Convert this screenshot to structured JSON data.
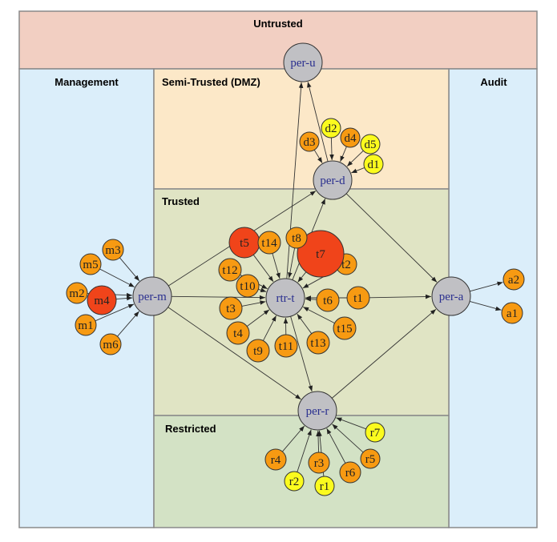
{
  "zones": [
    {
      "id": "untrusted",
      "label": "Untrusted",
      "fill": "#f2cfc2"
    },
    {
      "id": "management",
      "label": "Management",
      "fill": "#dbeefa"
    },
    {
      "id": "audit",
      "label": "Audit",
      "fill": "#dbeefa"
    },
    {
      "id": "dmz",
      "label": "Semi-Trusted (DMZ)",
      "fill": "#fce8c8"
    },
    {
      "id": "trusted",
      "label": "Trusted",
      "fill": "#e0e4c4"
    },
    {
      "id": "restricted",
      "label": "Restricted",
      "fill": "#d3e2c5"
    }
  ],
  "colors": {
    "hub": "#c0c0c4",
    "orange": "#f79a12",
    "yellow": "#fbfb1e",
    "red": "#f0441a",
    "hub_text": "#2a2f8f",
    "leaf_text": "#222222",
    "border": "#8a8a8a"
  },
  "nodes": [
    {
      "id": "per-u",
      "label": "per-u",
      "kind": "hub"
    },
    {
      "id": "per-d",
      "label": "per-d",
      "kind": "hub"
    },
    {
      "id": "per-m",
      "label": "per-m",
      "kind": "hub"
    },
    {
      "id": "rtr-t",
      "label": "rtr-t",
      "kind": "hub"
    },
    {
      "id": "per-a",
      "label": "per-a",
      "kind": "hub"
    },
    {
      "id": "per-r",
      "label": "per-r",
      "kind": "hub"
    },
    {
      "id": "d1",
      "label": "d1",
      "kind": "yellow"
    },
    {
      "id": "d2",
      "label": "d2",
      "kind": "yellow"
    },
    {
      "id": "d3",
      "label": "d3",
      "kind": "orange"
    },
    {
      "id": "d4",
      "label": "d4",
      "kind": "orange"
    },
    {
      "id": "d5",
      "label": "d5",
      "kind": "yellow"
    },
    {
      "id": "m1",
      "label": "m1",
      "kind": "orange"
    },
    {
      "id": "m2",
      "label": "m2",
      "kind": "orange"
    },
    {
      "id": "m3",
      "label": "m3",
      "kind": "orange"
    },
    {
      "id": "m4",
      "label": "m4",
      "kind": "red"
    },
    {
      "id": "m5",
      "label": "m5",
      "kind": "orange"
    },
    {
      "id": "m6",
      "label": "m6",
      "kind": "orange"
    },
    {
      "id": "t1",
      "label": "t1",
      "kind": "orange"
    },
    {
      "id": "t2",
      "label": "t2",
      "kind": "orange"
    },
    {
      "id": "t3",
      "label": "t3",
      "kind": "orange"
    },
    {
      "id": "t4",
      "label": "t4",
      "kind": "orange"
    },
    {
      "id": "t5",
      "label": "t5",
      "kind": "red"
    },
    {
      "id": "t6",
      "label": "t6",
      "kind": "orange"
    },
    {
      "id": "t7",
      "label": "t7",
      "kind": "red"
    },
    {
      "id": "t8",
      "label": "t8",
      "kind": "orange"
    },
    {
      "id": "t9",
      "label": "t9",
      "kind": "orange"
    },
    {
      "id": "t10",
      "label": "t10",
      "kind": "orange"
    },
    {
      "id": "t11",
      "label": "t11",
      "kind": "orange"
    },
    {
      "id": "t12",
      "label": "t12",
      "kind": "orange"
    },
    {
      "id": "t13",
      "label": "t13",
      "kind": "orange"
    },
    {
      "id": "t14",
      "label": "t14",
      "kind": "orange"
    },
    {
      "id": "t15",
      "label": "t15",
      "kind": "orange"
    },
    {
      "id": "a1",
      "label": "a1",
      "kind": "orange"
    },
    {
      "id": "a2",
      "label": "a2",
      "kind": "orange"
    },
    {
      "id": "r1",
      "label": "r1",
      "kind": "yellow"
    },
    {
      "id": "r2",
      "label": "r2",
      "kind": "yellow"
    },
    {
      "id": "r3",
      "label": "r3",
      "kind": "orange"
    },
    {
      "id": "r4",
      "label": "r4",
      "kind": "orange"
    },
    {
      "id": "r5",
      "label": "r5",
      "kind": "orange"
    },
    {
      "id": "r6",
      "label": "r6",
      "kind": "orange"
    },
    {
      "id": "r7",
      "label": "r7",
      "kind": "yellow"
    }
  ],
  "edges": [
    [
      "d1",
      "per-d"
    ],
    [
      "d2",
      "per-d"
    ],
    [
      "d3",
      "per-d"
    ],
    [
      "d4",
      "per-d"
    ],
    [
      "d5",
      "per-d"
    ],
    [
      "per-d",
      "per-u"
    ],
    [
      "m1",
      "per-m"
    ],
    [
      "m2",
      "per-m"
    ],
    [
      "m3",
      "per-m"
    ],
    [
      "m4",
      "per-m"
    ],
    [
      "m5",
      "per-m"
    ],
    [
      "m6",
      "per-m"
    ],
    [
      "per-m",
      "per-d"
    ],
    [
      "per-m",
      "rtr-t"
    ],
    [
      "per-m",
      "per-r"
    ],
    [
      "rtr-t",
      "per-u"
    ],
    [
      "rtr-t",
      "per-d"
    ],
    [
      "rtr-t",
      "per-r"
    ],
    [
      "t1",
      "rtr-t"
    ],
    [
      "t2",
      "rtr-t"
    ],
    [
      "t3",
      "rtr-t"
    ],
    [
      "t4",
      "rtr-t"
    ],
    [
      "t5",
      "rtr-t"
    ],
    [
      "t6",
      "rtr-t"
    ],
    [
      "t7",
      "rtr-t"
    ],
    [
      "t8",
      "rtr-t"
    ],
    [
      "t9",
      "rtr-t"
    ],
    [
      "t10",
      "rtr-t"
    ],
    [
      "t11",
      "rtr-t"
    ],
    [
      "t12",
      "rtr-t"
    ],
    [
      "t13",
      "rtr-t"
    ],
    [
      "t14",
      "rtr-t"
    ],
    [
      "t15",
      "rtr-t"
    ],
    [
      "t1",
      "per-a"
    ],
    [
      "per-d",
      "per-a"
    ],
    [
      "per-r",
      "per-a"
    ],
    [
      "per-a",
      "a1"
    ],
    [
      "per-a",
      "a2"
    ],
    [
      "r1",
      "per-r"
    ],
    [
      "r2",
      "per-r"
    ],
    [
      "r3",
      "per-r"
    ],
    [
      "r4",
      "per-r"
    ],
    [
      "r5",
      "per-r"
    ],
    [
      "r6",
      "per-r"
    ],
    [
      "r7",
      "per-r"
    ]
  ]
}
